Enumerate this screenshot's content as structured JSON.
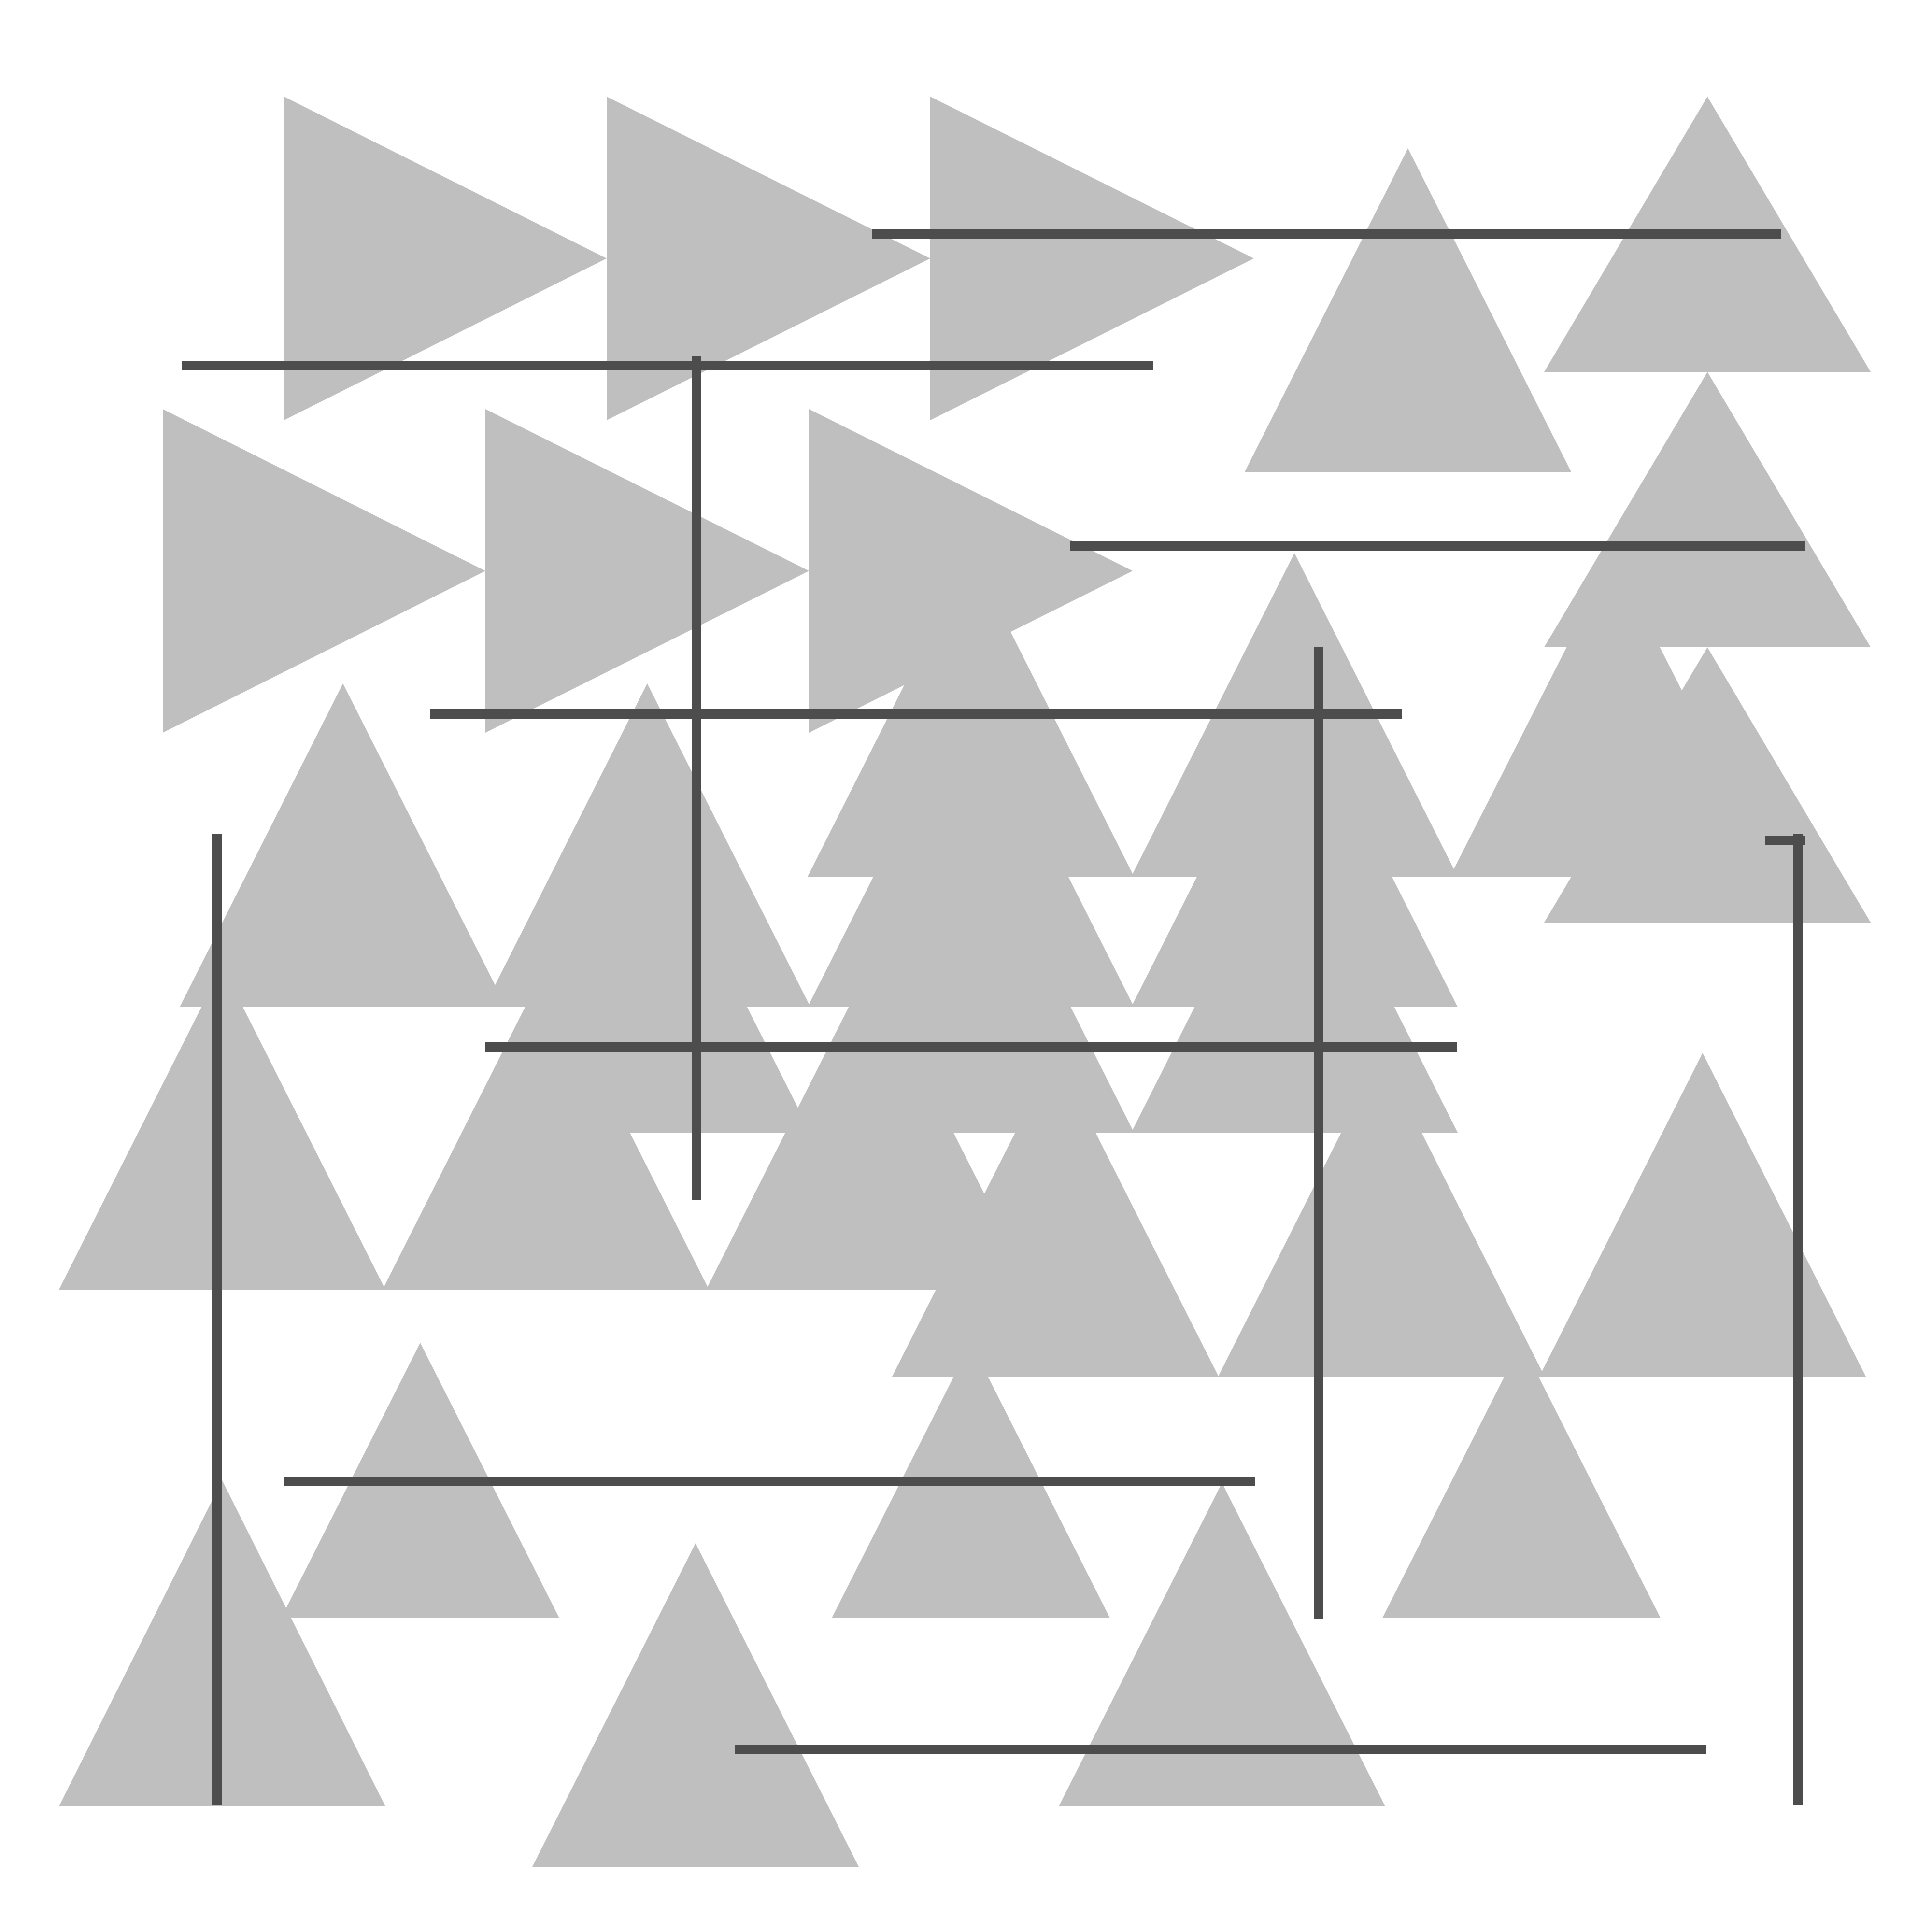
{
  "colors": {
    "background": "#ffffff",
    "triangle_fill": "#bfbfbf",
    "line_stroke": "#4d4d4d"
  },
  "shapes": {
    "triangles_up_count": 26,
    "triangles_right_count": 6,
    "line_count": 12
  }
}
